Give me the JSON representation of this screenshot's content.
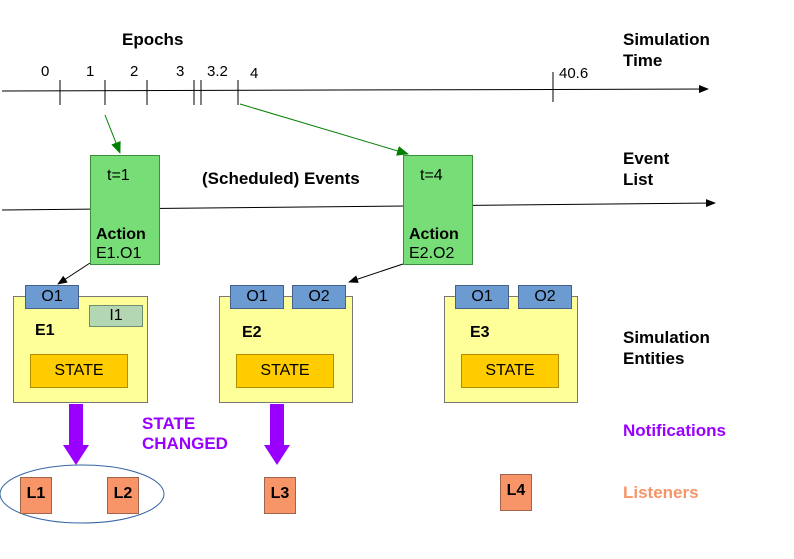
{
  "timeline": {
    "epochs_label": "Epochs",
    "axis_label_line1": "Simulation",
    "axis_label_line2": "Time",
    "ticks": [
      "0",
      "1",
      "2",
      "3",
      "3.2",
      "4",
      "40.6"
    ]
  },
  "event_list": {
    "label_line1": "Event",
    "label_line2": "List",
    "scheduled_label": "(Scheduled) Events",
    "events": [
      {
        "time": "t=1",
        "action": "Action",
        "target": "E1.O1"
      },
      {
        "time": "t=4",
        "action": "Action",
        "target": "E2.O2"
      }
    ]
  },
  "entities": {
    "label_line1": "Simulation",
    "label_line2": "Entities",
    "items": [
      {
        "name": "E1",
        "outputs": [
          "O1"
        ],
        "inputs": [
          "I1"
        ],
        "state": "STATE"
      },
      {
        "name": "E2",
        "outputs": [
          "O1",
          "O2"
        ],
        "state": "STATE"
      },
      {
        "name": "E3",
        "outputs": [
          "O1",
          "O2"
        ],
        "state": "STATE"
      }
    ]
  },
  "notifications": {
    "label": "Notifications",
    "state_changed_line1": "STATE",
    "state_changed_line2": "CHANGED",
    "color": "#9900ff"
  },
  "listeners": {
    "label": "Listeners",
    "color": "#f79468",
    "items": [
      "L1",
      "L2",
      "L3",
      "L4"
    ]
  },
  "colors": {
    "event_box": "#77dd77",
    "entity": "#ffff99",
    "port": "#6c9bd2",
    "input_port": "#b3d6b3",
    "state": "#ffcc00",
    "schedule_arrow": "#008000",
    "ellipse": "#3465a4"
  }
}
